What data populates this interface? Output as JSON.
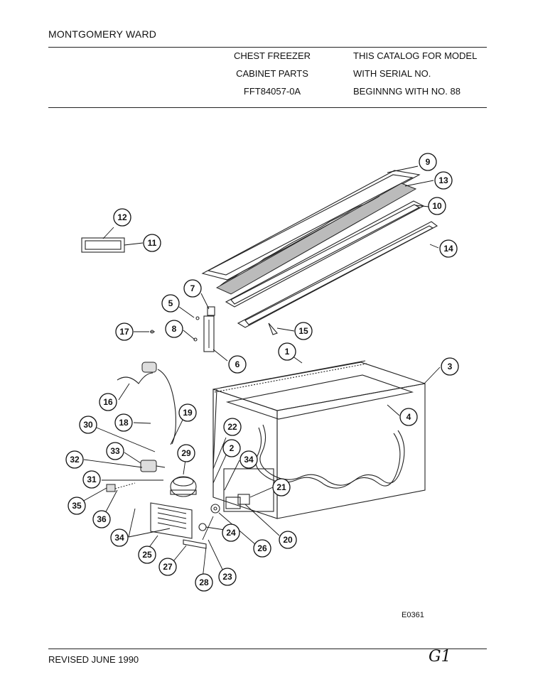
{
  "header": {
    "brand": "MONTGOMERY WARD",
    "product_line1": "CHEST FREEZER",
    "product_line2": "CABINET PARTS",
    "model_number": "FFT84057-0A",
    "catalog_line1": "THIS CATALOG FOR MODEL",
    "catalog_line2": "WITH SERIAL NO.",
    "catalog_line3": "BEGINNNG WITH NO. 88"
  },
  "diagram": {
    "code": "E0361",
    "callouts": [
      "1",
      "2",
      "3",
      "4",
      "5",
      "6",
      "7",
      "8",
      "9",
      "10",
      "11",
      "12",
      "13",
      "14",
      "15",
      "16",
      "17",
      "18",
      "19",
      "20",
      "21",
      "22",
      "23",
      "24",
      "25",
      "26",
      "27",
      "28",
      "29",
      "30",
      "31",
      "32",
      "33",
      "34",
      "34",
      "35",
      "36"
    ]
  },
  "footer": {
    "revised": "REVISED JUNE 1990",
    "page_mark": "G1"
  }
}
